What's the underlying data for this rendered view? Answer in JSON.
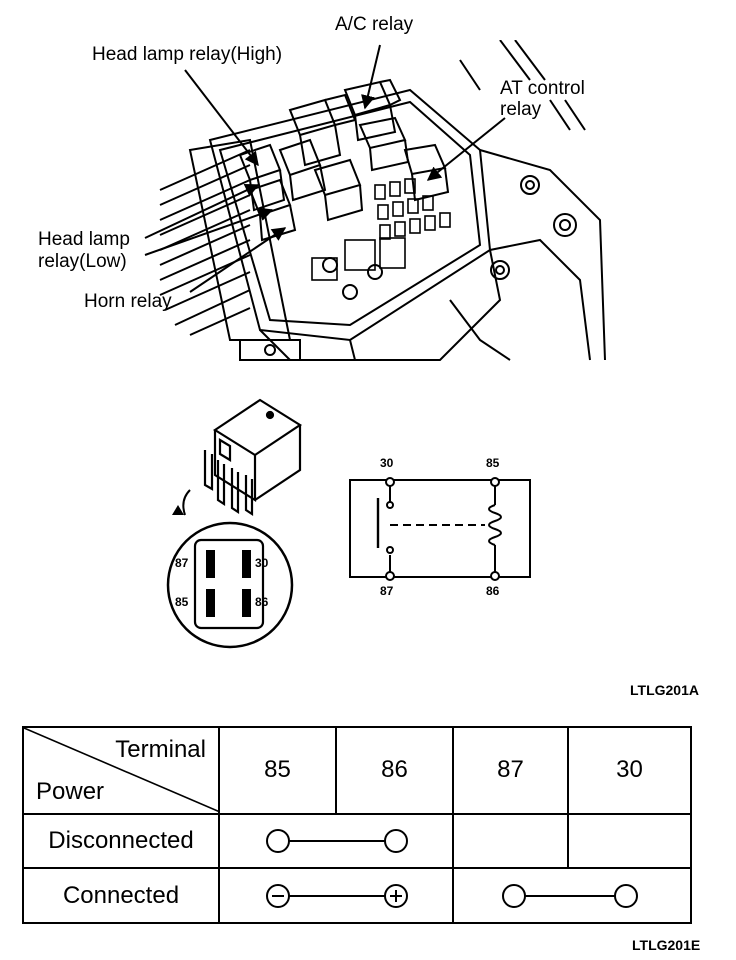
{
  "callouts": {
    "ac_relay": "A/C relay",
    "head_lamp_high": "Head lamp relay(High)",
    "at_control_1": "AT control",
    "at_control_2": "relay",
    "head_lamp_low_1": "Head lamp",
    "head_lamp_low_2": "relay(Low)",
    "horn_relay": "Horn relay"
  },
  "figure_codes": {
    "top": "LTLG201A",
    "bottom": "LTLG201E"
  },
  "relay_pins": {
    "top_left": "87",
    "top_right": "30",
    "bottom_left": "85",
    "bottom_right": "86"
  },
  "schematic_terminals": {
    "top_left": "30",
    "top_right": "85",
    "bottom_left": "87",
    "bottom_right": "86"
  },
  "table": {
    "header_terminal": "Terminal",
    "header_power": "Power",
    "columns": [
      "85",
      "86",
      "87",
      "30"
    ],
    "rows": [
      {
        "label": "Disconnected",
        "links": [
          {
            "from": "85",
            "to": "86",
            "marks": [
              "",
              ""
            ]
          }
        ]
      },
      {
        "label": "Connected",
        "links": [
          {
            "from": "85",
            "to": "86",
            "marks": [
              "⊖",
              "⊕"
            ]
          },
          {
            "from": "87",
            "to": "30",
            "marks": [
              "",
              ""
            ]
          }
        ]
      }
    ]
  }
}
